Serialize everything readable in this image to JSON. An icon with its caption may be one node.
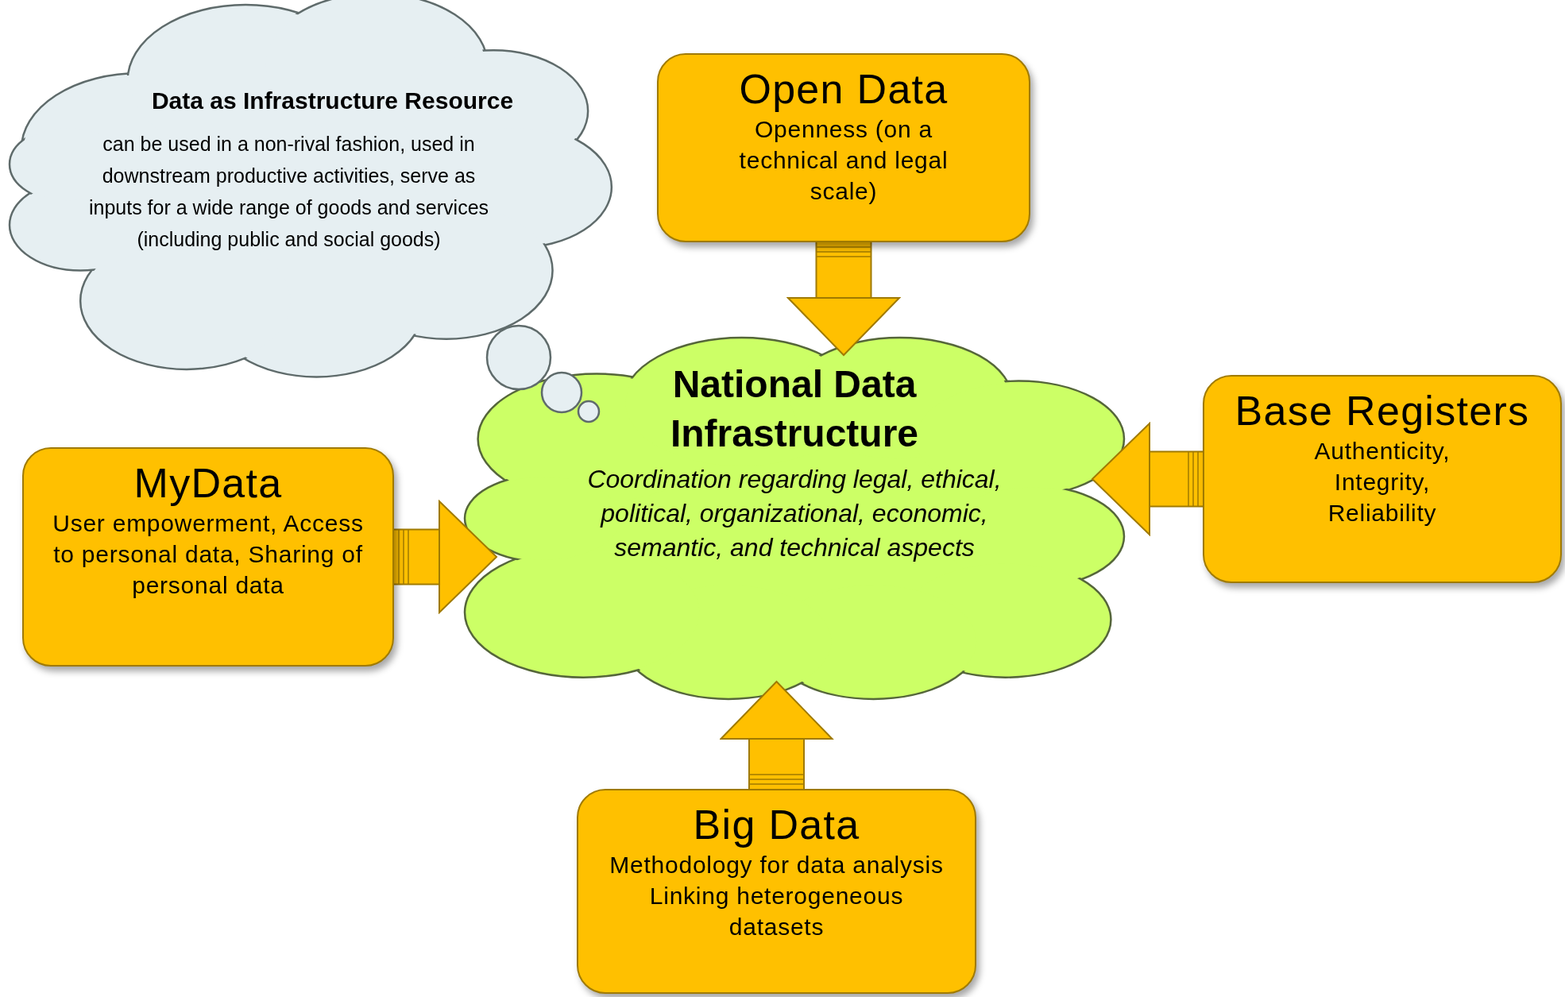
{
  "diagram": {
    "nodes": [
      {
        "text": [
          "Data as Infrastructure Resource",
          "can be used in a non-rival fashion, used in downstream productive activities, serve as inputs for a wide range of goods and services (including public and social goods)"
        ]
      },
      {
        "text": [
          "National Data Infrastructure",
          "Coordination regarding legal, ethical, political, organizational, economic, semantic, and technical aspects"
        ]
      },
      {
        "text": [
          "Open Data",
          "Openness (on a technical and legal scale)"
        ]
      },
      {
        "text": [
          "MyData",
          "User empowerment, Access to personal data, Sharing of personal data"
        ]
      },
      {
        "text": [
          "Base Registers",
          "Authenticity, Integrity, Reliability"
        ]
      },
      {
        "text": [
          "Big Data",
          "Methodology for data analysis",
          "Linking heterogeneous datasets"
        ]
      }
    ],
    "edges": [
      {
        "from": 2,
        "to": 1,
        "arrow": "to"
      },
      {
        "from": 3,
        "to": 1,
        "arrow": "to"
      },
      {
        "from": 4,
        "to": 1,
        "arrow": "to"
      },
      {
        "from": 5,
        "to": 1,
        "arrow": "to"
      }
    ]
  }
}
